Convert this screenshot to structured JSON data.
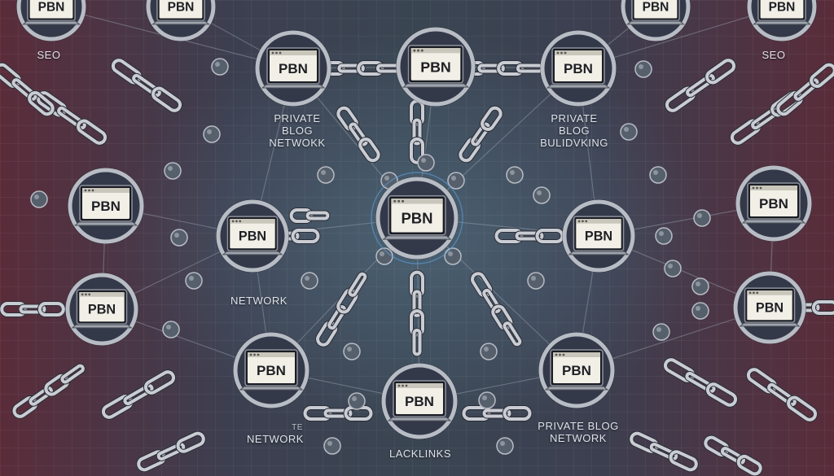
{
  "node_text": "PBN",
  "labels": {
    "seo_left": "SEO",
    "seo_right": "SEO",
    "private_blog_network_top": "PRIVATE\nBLOG\nNETWOKK",
    "private_blog_building": "PRIVATE\nBLOG\nBULIDVKING",
    "network_mid": "NETWORK",
    "network_bottom_te": "TE",
    "network_bottom": "NETWORK",
    "lacklinks": "LACKLINKS",
    "private_blog_network_bottom": "PRIVATE BLOG\nNETWORK"
  },
  "colors": {
    "background_center": "#3a4552",
    "background_edge": "#5a2c3a",
    "node_ring": "#b8bcc4",
    "node_fill": "#34394a",
    "screen_fill": "#f1efe6",
    "chain": "#c9ccd3",
    "accent_blue": "#5b9bd5"
  },
  "icons": [
    "laptop-icon",
    "chain-link-icon",
    "connector-dot-icon"
  ]
}
